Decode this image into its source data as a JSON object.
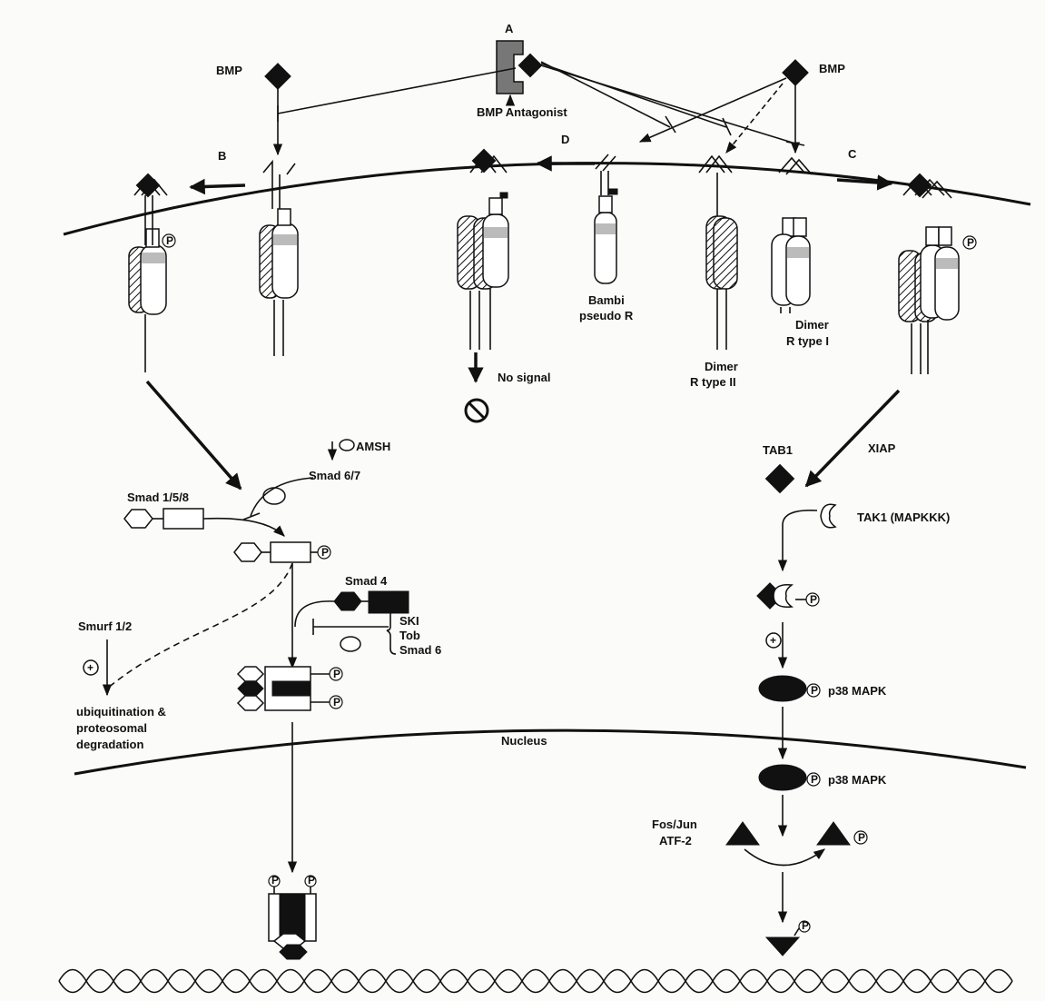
{
  "labels": {
    "panel_a": "A",
    "panel_b": "B",
    "panel_c": "C",
    "panel_d": "D",
    "bmp_left": "BMP",
    "bmp_right": "BMP",
    "bmp_antagonist": "BMP Antagonist",
    "bambi_1": "Bambi",
    "bambi_2": "pseudo R",
    "dimer_r2_1": "Dimer",
    "dimer_r2_2": "R type II",
    "dimer_r1_1": "Dimer",
    "dimer_r1_2": "R type I",
    "no_signal": "No signal",
    "amsh": "AMSH",
    "smad67": "Smad 6/7",
    "smad158": "Smad 1/5/8",
    "smad4": "Smad 4",
    "ski": "SKI",
    "tob": "Tob",
    "smad6": "Smad 6",
    "smurf": "Smurf 1/2",
    "ubiq_1": "ubiquitination &",
    "ubiq_2": "proteosomal",
    "ubiq_3": "degradation",
    "nucleus": "Nucleus",
    "tab1": "TAB1",
    "xiap": "XIAP",
    "tak1": "TAK1 (MAPKKK)",
    "p38_1": "p38 MAPK",
    "p38_2": "p38 MAPK",
    "fosjun_1": "Fos/Jun",
    "fosjun_2": "ATF-2",
    "p": "P",
    "plus": "+"
  }
}
